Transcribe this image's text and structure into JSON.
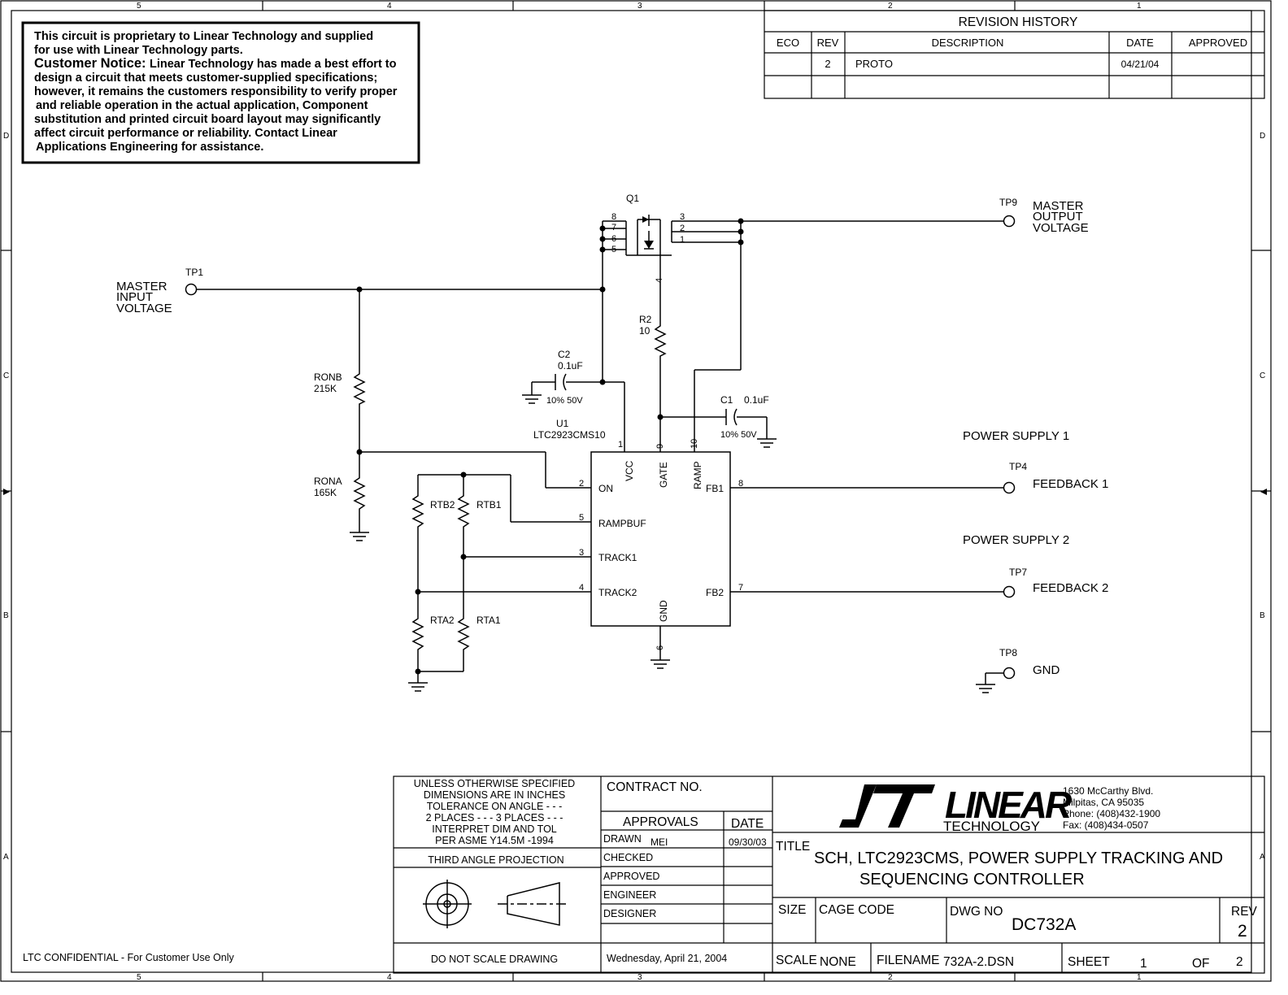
{
  "frame": {
    "col_labels": [
      "5",
      "4",
      "3",
      "2",
      "1"
    ],
    "row_labels": [
      "D",
      "C",
      "B",
      "A"
    ]
  },
  "notice": {
    "line1": "This circuit is proprietary to Linear Technology and supplied",
    "line2": "for use with Linear Technology parts.",
    "heading": "Customer Notice:",
    "line3_rest": "Linear Technology has made a best effort to",
    "line4": "design a circuit that meets customer-supplied specifications;",
    "line5": "however, it remains the customers responsibility to verify proper",
    "line6": "and reliable operation in the actual application, Component",
    "line7": "substitution and printed circuit board layout may significantly",
    "line8": "affect circuit performance or reliability. Contact Linear",
    "line9": "Applications Engineering for assistance."
  },
  "revision_history": {
    "title": "REVISION HISTORY",
    "headers": [
      "ECO",
      "REV",
      "DESCRIPTION",
      "DATE",
      "APPROVED"
    ],
    "row1": {
      "eco": "",
      "rev": "2",
      "description": "PROTO",
      "date": "04/21/04",
      "approved": ""
    }
  },
  "schematic": {
    "q1": "Q1",
    "q1_pins_left": [
      "8",
      "7",
      "6",
      "5"
    ],
    "q1_pins_right": [
      "3",
      "2",
      "1"
    ],
    "q1_pin4": "4",
    "tp1": "TP1",
    "master_input": [
      "MASTER",
      "INPUT",
      "VOLTAGE"
    ],
    "tp9": "TP9",
    "master_output": [
      "MASTER",
      "OUTPUT",
      "VOLTAGE"
    ],
    "r2": "R2",
    "r2_val": "10",
    "c2": "C2",
    "c2_val": "0.1uF",
    "c2_rating": "10% 50V",
    "c1": "C1",
    "c1_val": "0.1uF",
    "c1_rating": "10% 50V",
    "u1": "U1",
    "u1_part": "LTC2923CMS10",
    "ronb": "RONB",
    "ronb_val": "215K",
    "rona": "RONA",
    "rona_val": "165K",
    "rtb2": "RTB2",
    "rtb1": "RTB1",
    "rta2": "RTA2",
    "rta1": "RTA1",
    "pins": {
      "vcc": "VCC",
      "gate": "GATE",
      "ramp": "RAMP",
      "on": "ON",
      "rampbuf": "RAMPBUF",
      "track1": "TRACK1",
      "track2": "TRACK2",
      "fb1": "FB1",
      "fb2": "FB2",
      "gnd": "GND"
    },
    "pin_numbers": {
      "vcc": "1",
      "gate": "9",
      "ramp": "10",
      "on": "2",
      "rampbuf": "5",
      "track1": "3",
      "track2": "4",
      "fb1": "8",
      "fb2": "7",
      "gnd": "6"
    },
    "ps1": "POWER SUPPLY 1",
    "tp4": "TP4",
    "feedback1": "FEEDBACK 1",
    "ps2": "POWER SUPPLY 2",
    "tp7": "TP7",
    "feedback2": "FEEDBACK 2",
    "tp8": "TP8",
    "gnd_label": "GND"
  },
  "title_block": {
    "tol": [
      "UNLESS OTHERWISE SPECIFIED",
      "DIMENSIONS ARE IN INCHES",
      "TOLERANCE ON ANGLE - - -",
      "2 PLACES - - -    3 PLACES - - -",
      "INTERPRET DIM AND TOL",
      "PER ASME Y14.5M -1994"
    ],
    "third_angle": "THIRD ANGLE PROJECTION",
    "do_not_scale": "DO NOT SCALE DRAWING",
    "contract_no": "CONTRACT NO.",
    "approvals": "APPROVALS",
    "date_hdr": "DATE",
    "drawn": "DRAWN",
    "drawn_by": "MEI",
    "drawn_date": "09/30/03",
    "checked": "CHECKED",
    "approved": "APPROVED",
    "engineer": "ENGINEER",
    "designer": "DESIGNER",
    "print_date": "Wednesday, April 21, 2004",
    "logo_word": "LINEAR",
    "logo_sub": "TECHNOLOGY",
    "address": [
      "1630 McCarthy Blvd.",
      "Milpitas, CA 95035",
      "Phone: (408)432-1900",
      "Fax: (408)434-0507"
    ],
    "title_label": "TITLE",
    "title_line1": "SCH, LTC2923CMS, POWER SUPPLY TRACKING AND",
    "title_line2": "SEQUENCING CONTROLLER",
    "size_label": "SIZE",
    "cage_label": "CAGE CODE",
    "dwg_label": "DWG NO",
    "dwg_no": "DC732A",
    "rev_label": "REV",
    "rev": "2",
    "scale_label": "SCALE",
    "scale": "NONE",
    "filename_label": "FILENAME",
    "filename": "732A-2.DSN",
    "sheet_label": "SHEET",
    "sheet": "1",
    "of_label": "OF",
    "sheets": "2"
  },
  "confidential": "LTC CONFIDENTIAL - For Customer Use Only"
}
